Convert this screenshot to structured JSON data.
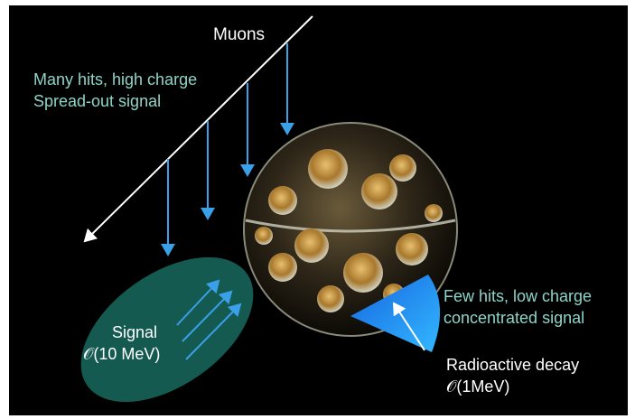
{
  "labels": {
    "muons": "Muons",
    "many_hits_line1": "Many hits, high charge",
    "many_hits_line2": "Spread-out signal",
    "signal_line1": "Signal",
    "signal_line2": "𝒪(10 MeV)",
    "few_hits_line1": "Few hits, low charge",
    "few_hits_line2": "concentrated signal",
    "radioactive_line1": "Radioactive decay",
    "radioactive_line2": "𝒪(1MeV)"
  },
  "colors": {
    "background": "#000000",
    "arrow_blue": "#3aa0e8",
    "ellipse_green": "#145a50",
    "cone_blue": "#1f8fff",
    "teal_text": "#8fd4c8",
    "white_text": "#ffffff"
  }
}
